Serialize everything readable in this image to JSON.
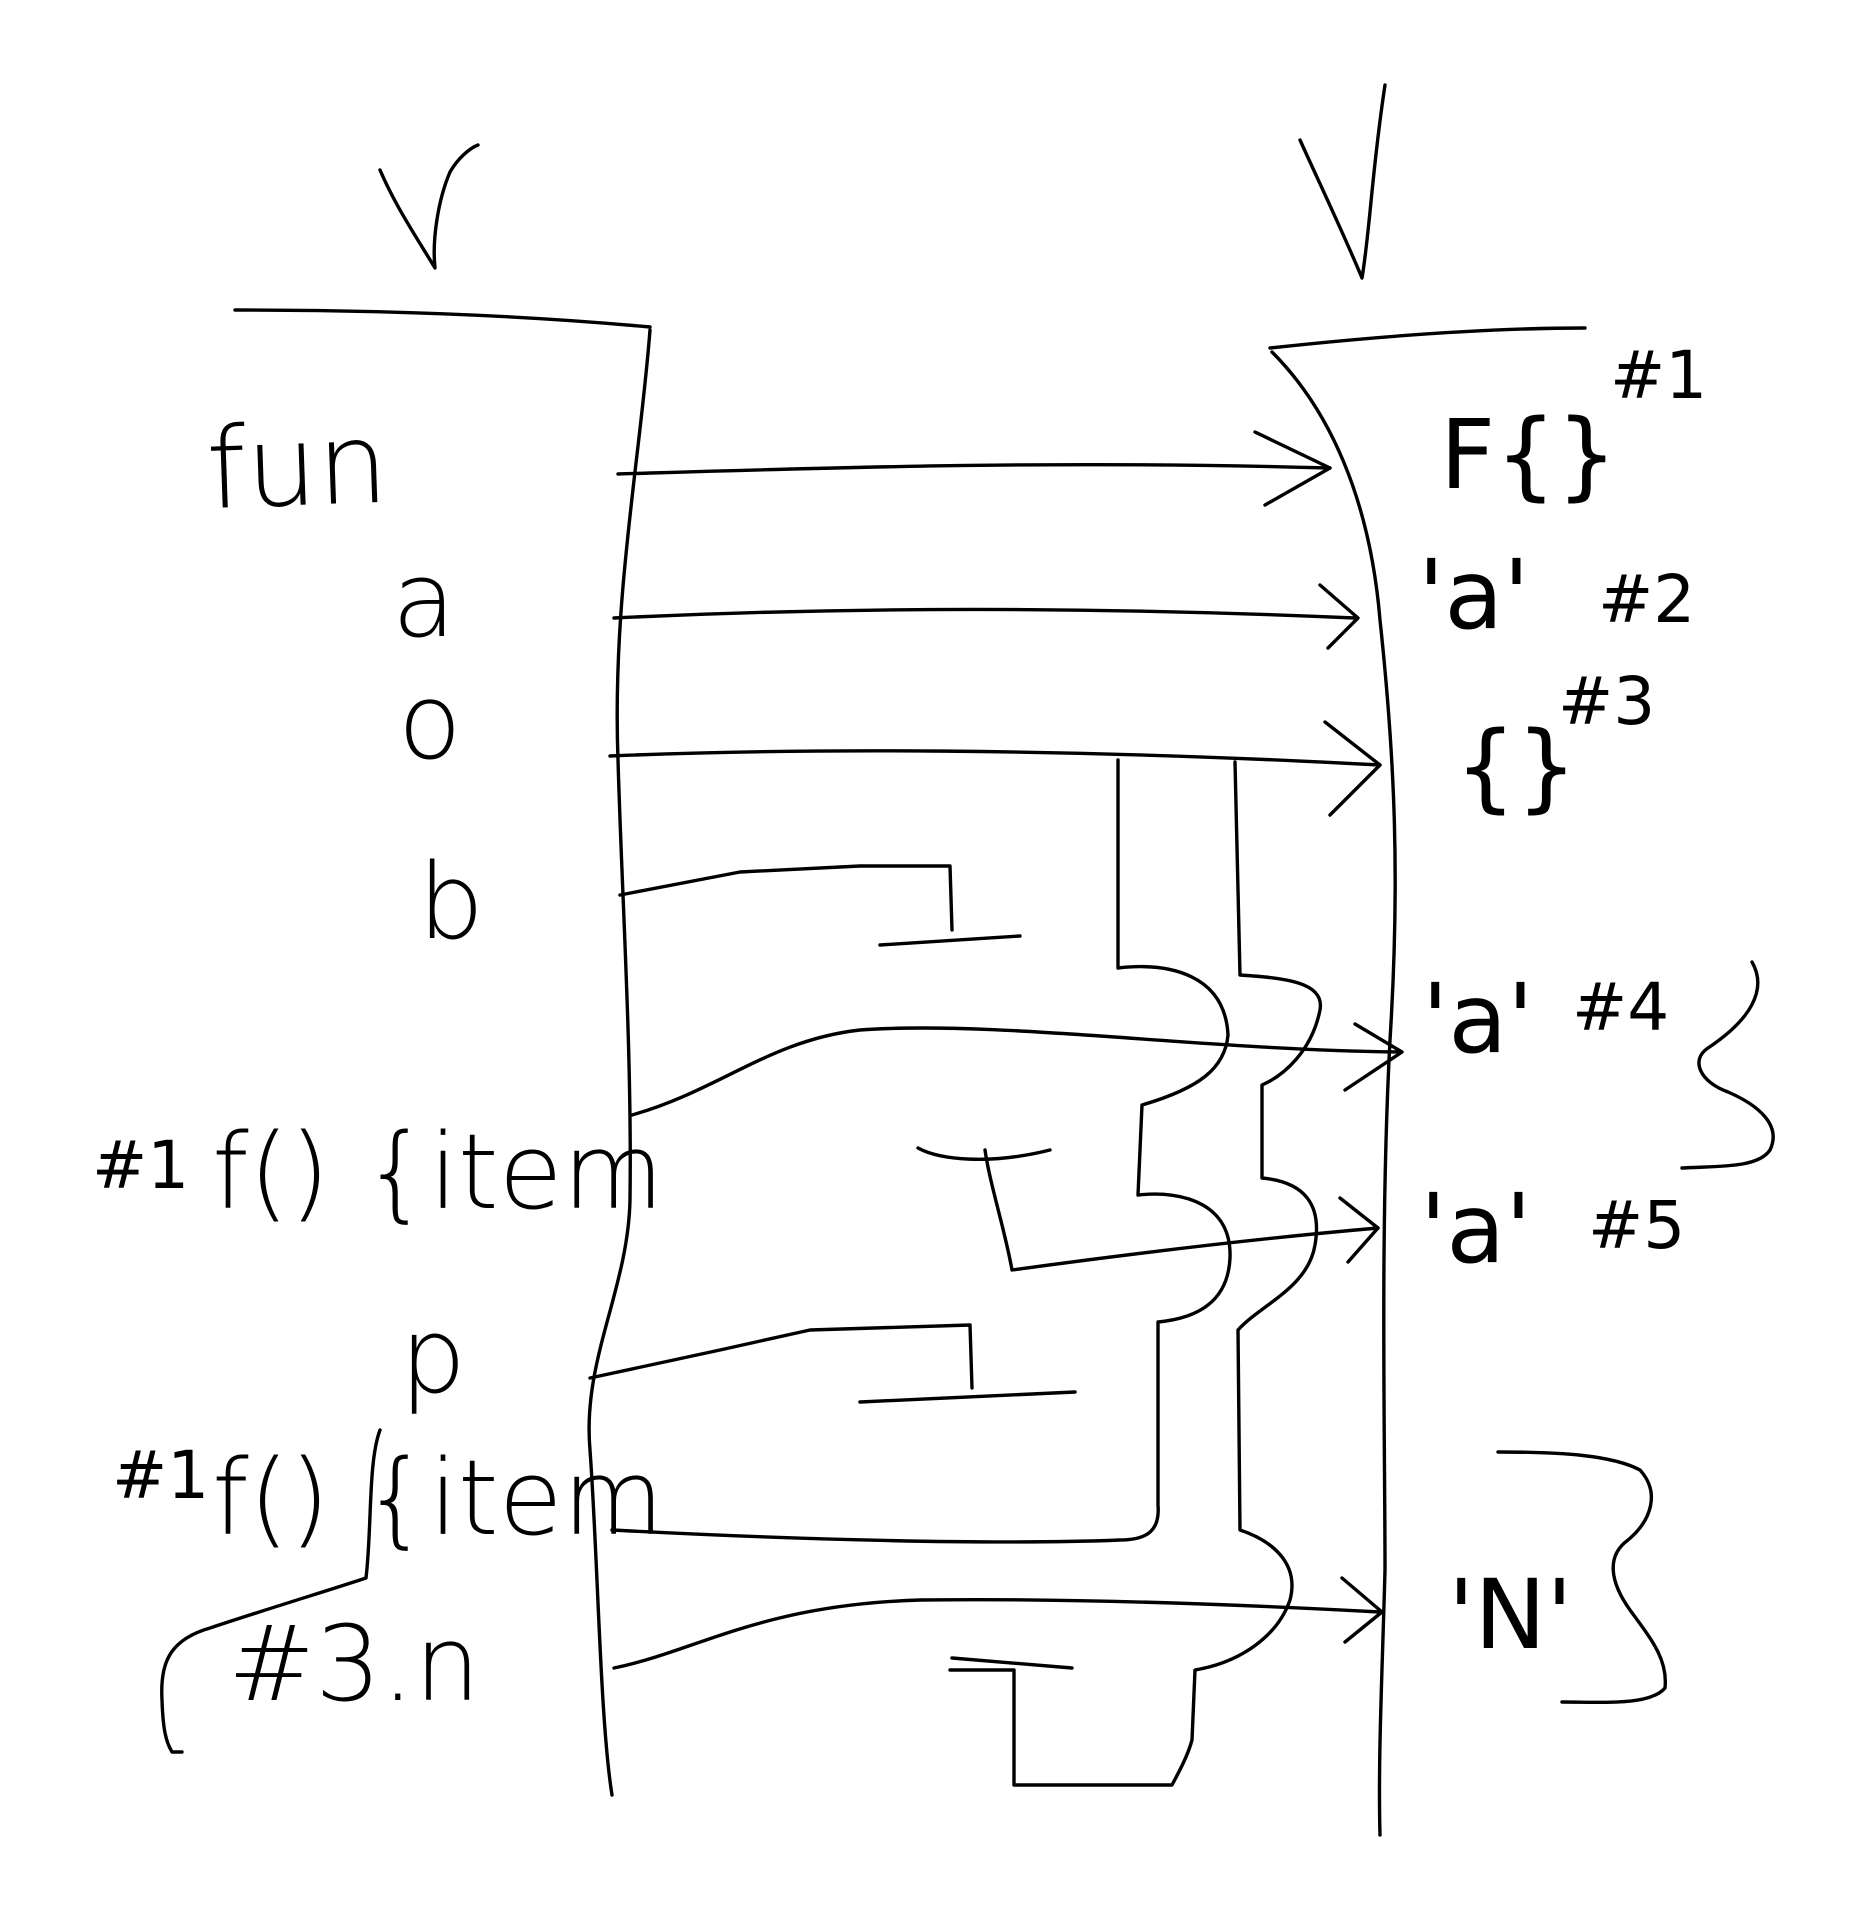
{
  "diagram": {
    "stack_header": "V",
    "heap_header": "V",
    "stack_items": [
      {
        "label": "fun"
      },
      {
        "label": "a"
      },
      {
        "label": "o"
      },
      {
        "label": "b"
      },
      {
        "label": "f() {item",
        "tag": "#1"
      },
      {
        "label": "p"
      },
      {
        "label": "f() {item",
        "tag": "#1"
      },
      {
        "label": "#3.n"
      }
    ],
    "heap_items": [
      {
        "label": "F{}",
        "tag": "#1"
      },
      {
        "label": "'a'",
        "tag": "#2"
      },
      {
        "label": "{}",
        "tag": "#3"
      },
      {
        "label": "'a'",
        "tag": "#4"
      },
      {
        "label": "'a'",
        "tag": "#5"
      },
      {
        "label": "'N'"
      }
    ]
  }
}
